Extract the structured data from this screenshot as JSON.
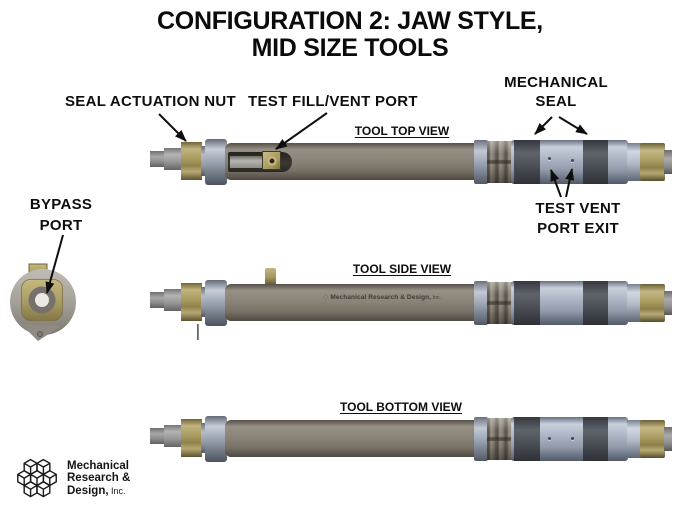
{
  "title": {
    "line1": "CONFIGURATION 2: JAW STYLE,",
    "line2": "MID SIZE TOOLS"
  },
  "callouts": {
    "seal_actuation_nut": "SEAL ACTUATION NUT",
    "test_fill_vent_port": "TEST FILL/VENT PORT",
    "mechanical_seal": {
      "line1": "MECHANICAL",
      "line2": "SEAL"
    },
    "test_vent_port_exit": {
      "line1": "TEST VENT",
      "line2": "PORT EXIT"
    },
    "bypass_port": {
      "line1": "BYPASS",
      "line2": "PORT"
    }
  },
  "view_labels": {
    "top": "TOOL TOP VIEW",
    "side": "TOOL SIDE VIEW",
    "bottom": "TOOL BOTTOM VIEW"
  },
  "tool_marking": {
    "main": "Mechanical Research & Design,",
    "suffix": " Inc."
  },
  "logo": {
    "line1": "Mechanical",
    "line2": "Research &",
    "line3": "Design,",
    "suffix": " Inc."
  },
  "icons": {
    "mrd_mini_logo": "◇"
  },
  "colors": {
    "background": "#ffffff",
    "text": "#111111",
    "body_gray": "#8a8377",
    "brass": "#a89a5f",
    "collar_blue": "#9aa3b2",
    "housing_blue": "#aab2c1",
    "seal_band_dark": "#4a4e55",
    "steel_gray": "#9a9a9a"
  }
}
